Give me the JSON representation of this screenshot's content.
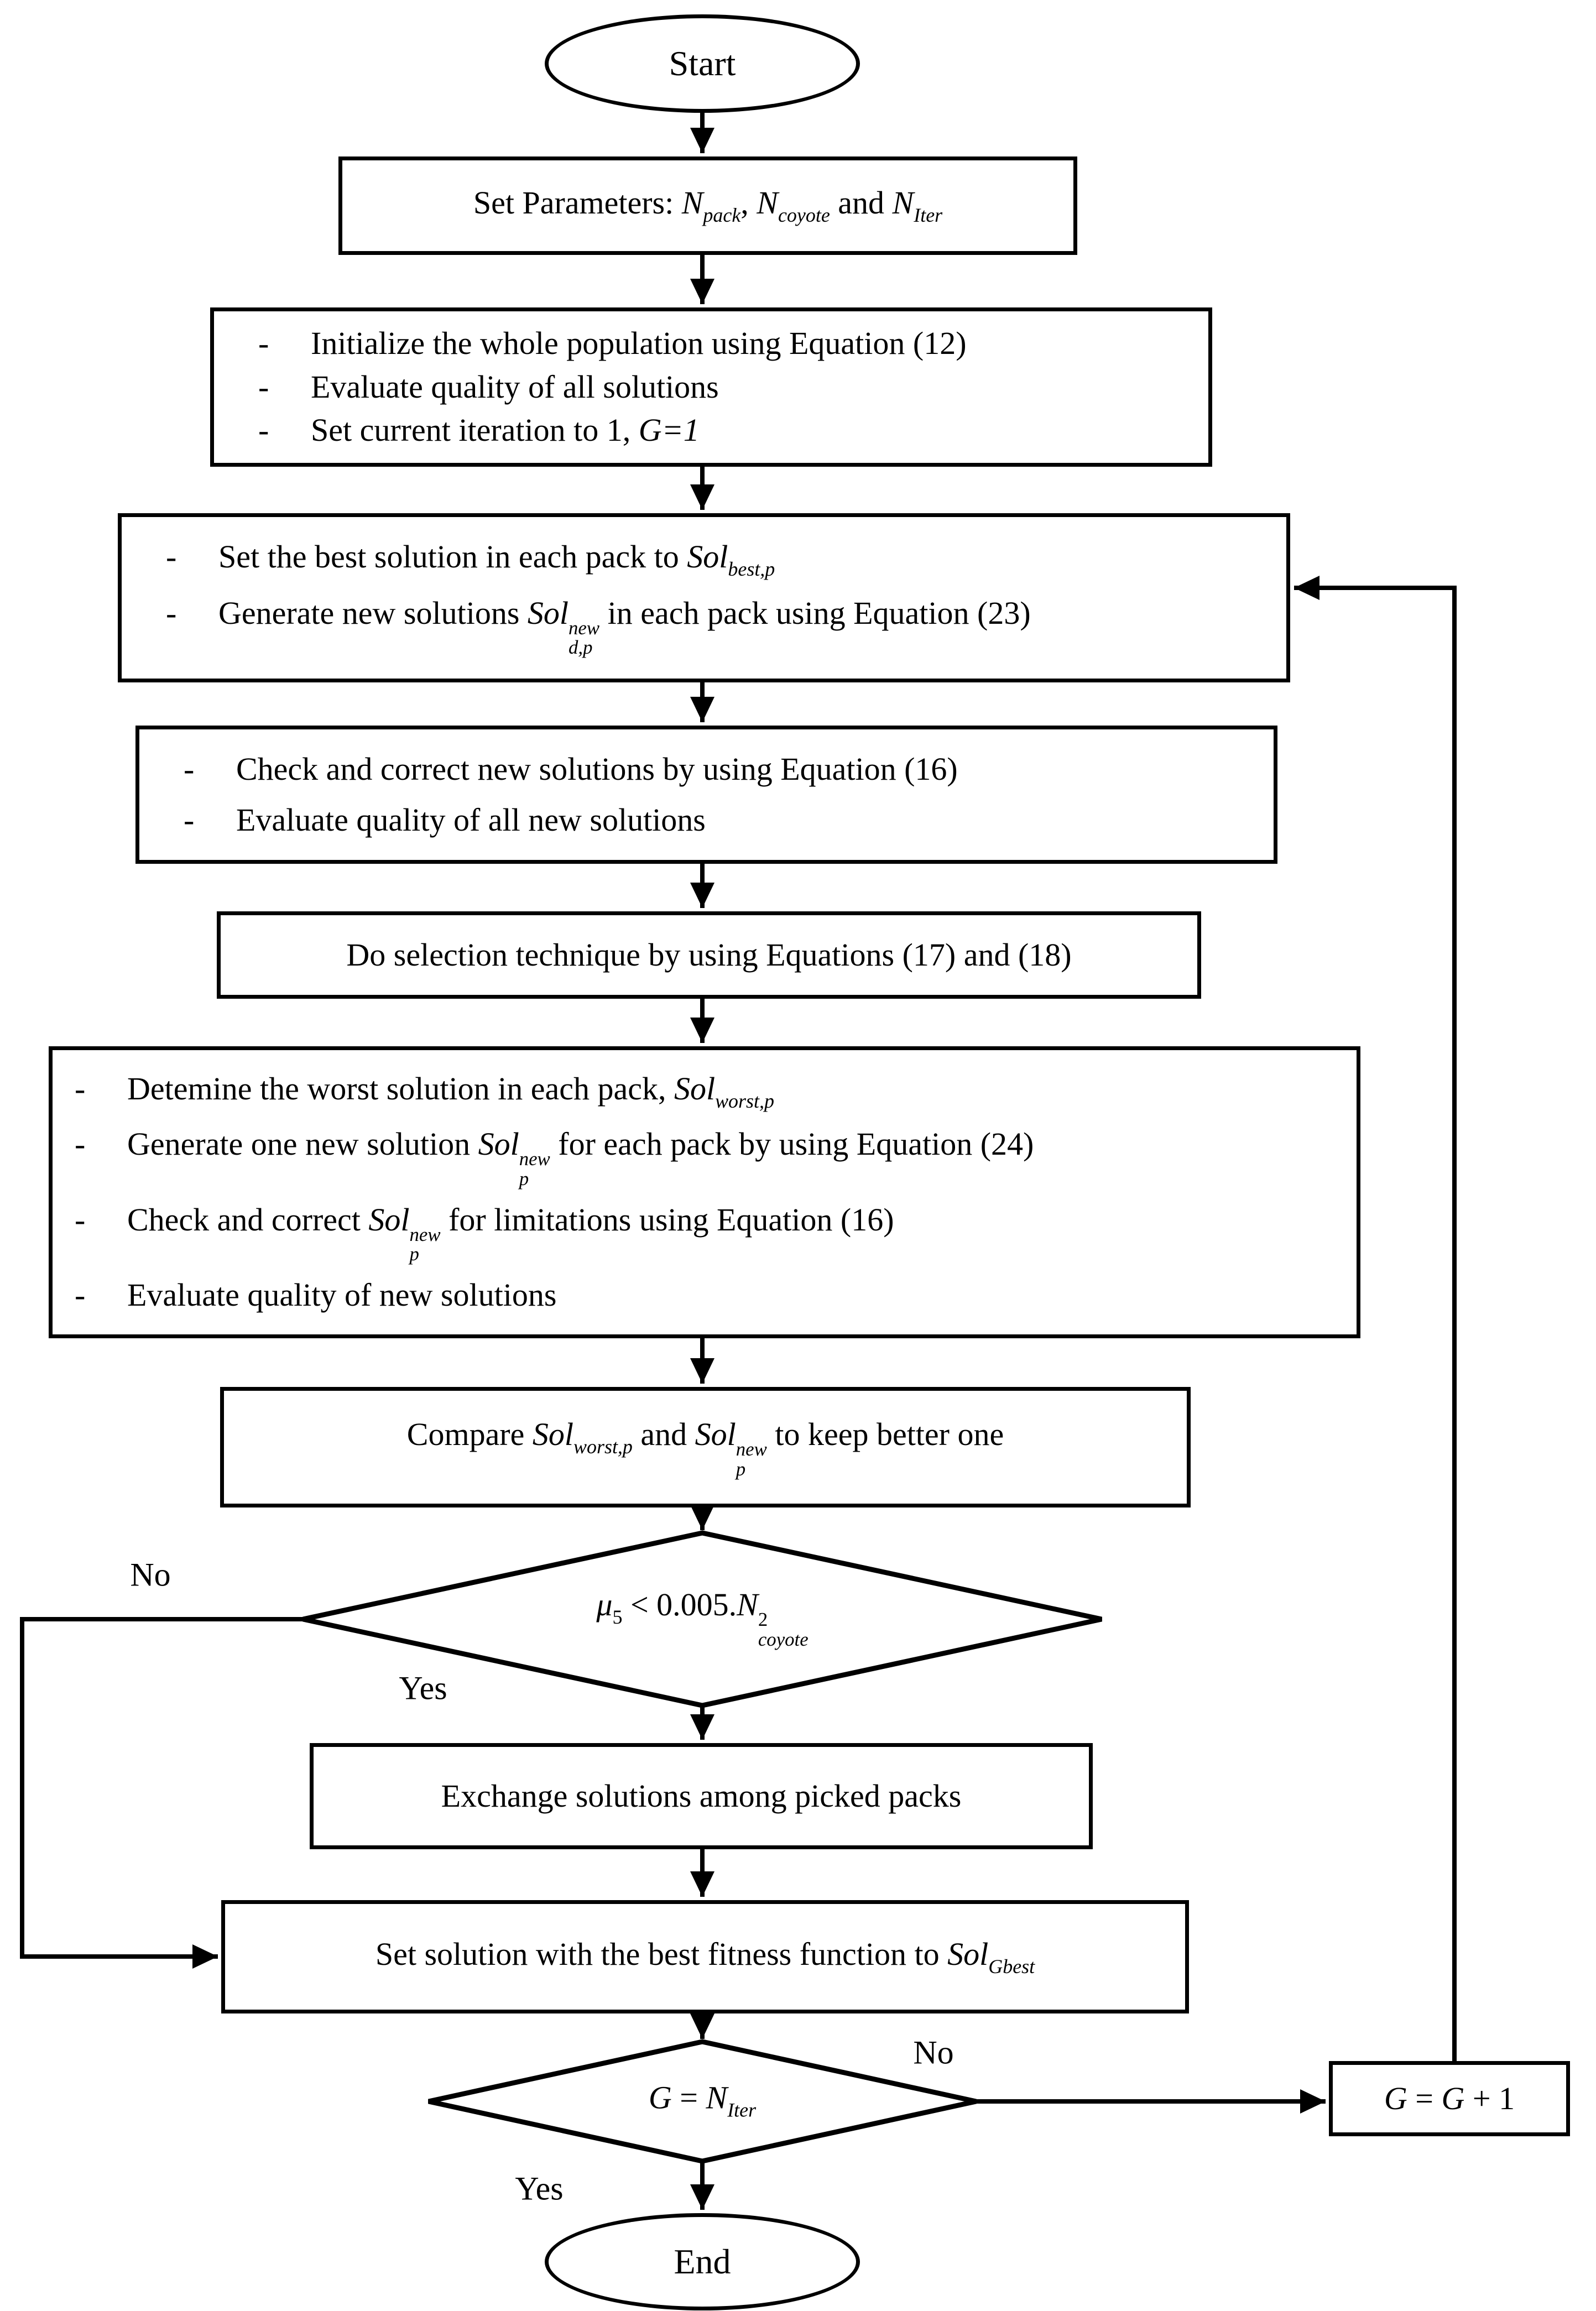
{
  "bullet": "-",
  "flow": {
    "start": "Start",
    "params": {
      "pre": "Set Parameters: ",
      "n1": "N",
      "s1": "pack",
      "c1": ", ",
      "n2": "N",
      "s2": "coyote",
      "c2": " and ",
      "n3": "N",
      "s3": "Iter"
    },
    "init": {
      "b1": "Initialize the whole population using Equation (12)",
      "b2": "Evaluate quality of all solutions",
      "b3a": "Set current iteration to 1, ",
      "b3b": "G=1"
    },
    "best": {
      "b1a": "Set the best solution in each pack to ",
      "b1sol": "Sol",
      "b1sub": "best,p",
      "b2a": "Generate new solutions ",
      "b2sol": "Sol",
      "b2sup": "new",
      "b2sub": "d,p",
      "b2b": " in each pack using Equation (23)"
    },
    "check": {
      "b1": "Check and correct new solutions by using Equation (16)",
      "b2": "Evaluate quality of all new solutions"
    },
    "selection": "Do selection technique by using Equations (17) and (18)",
    "worst": {
      "b1a": "Detemine the worst solution in each pack, ",
      "b1sol": "Sol",
      "b1sub": "worst,p",
      "b2a": "Generate one new solution ",
      "b2sol": "Sol",
      "b2sup": "new",
      "b2sub": "p",
      "b2b": " for each pack by using Equation (24)",
      "b3a": "Check and correct ",
      "b3sol": "Sol",
      "b3sup": "new",
      "b3sub": "p",
      "b3b": " for limitations using Equation (16)",
      "b4": "Evaluate quality of new solutions"
    },
    "compare": {
      "a": "Compare ",
      "sol1": "Sol",
      "sub1": "worst,p",
      "mid": " and ",
      "sol2": "Sol",
      "sup2": "new",
      "sub2": "p",
      "b": " to keep better one"
    },
    "d1": {
      "mu": "μ",
      "musub": "5",
      "mid": " < 0.005.",
      "n": "N",
      "nsup": "2",
      "nsub": "coyote"
    },
    "d1_no": "No",
    "d1_yes": "Yes",
    "exchange": "Exchange solutions among picked packs",
    "gbest": {
      "a": "Set solution with the best fitness function to ",
      "sol": "Sol",
      "sub": "Gbest"
    },
    "d2": {
      "g": "G",
      "eq": " = ",
      "n": "N",
      "nsub": "Iter"
    },
    "d2_no": "No",
    "d2_yes": "Yes",
    "inc": {
      "g1": "G",
      "eq": " = ",
      "g2": "G",
      "plus": " + 1"
    },
    "end": "End"
  }
}
